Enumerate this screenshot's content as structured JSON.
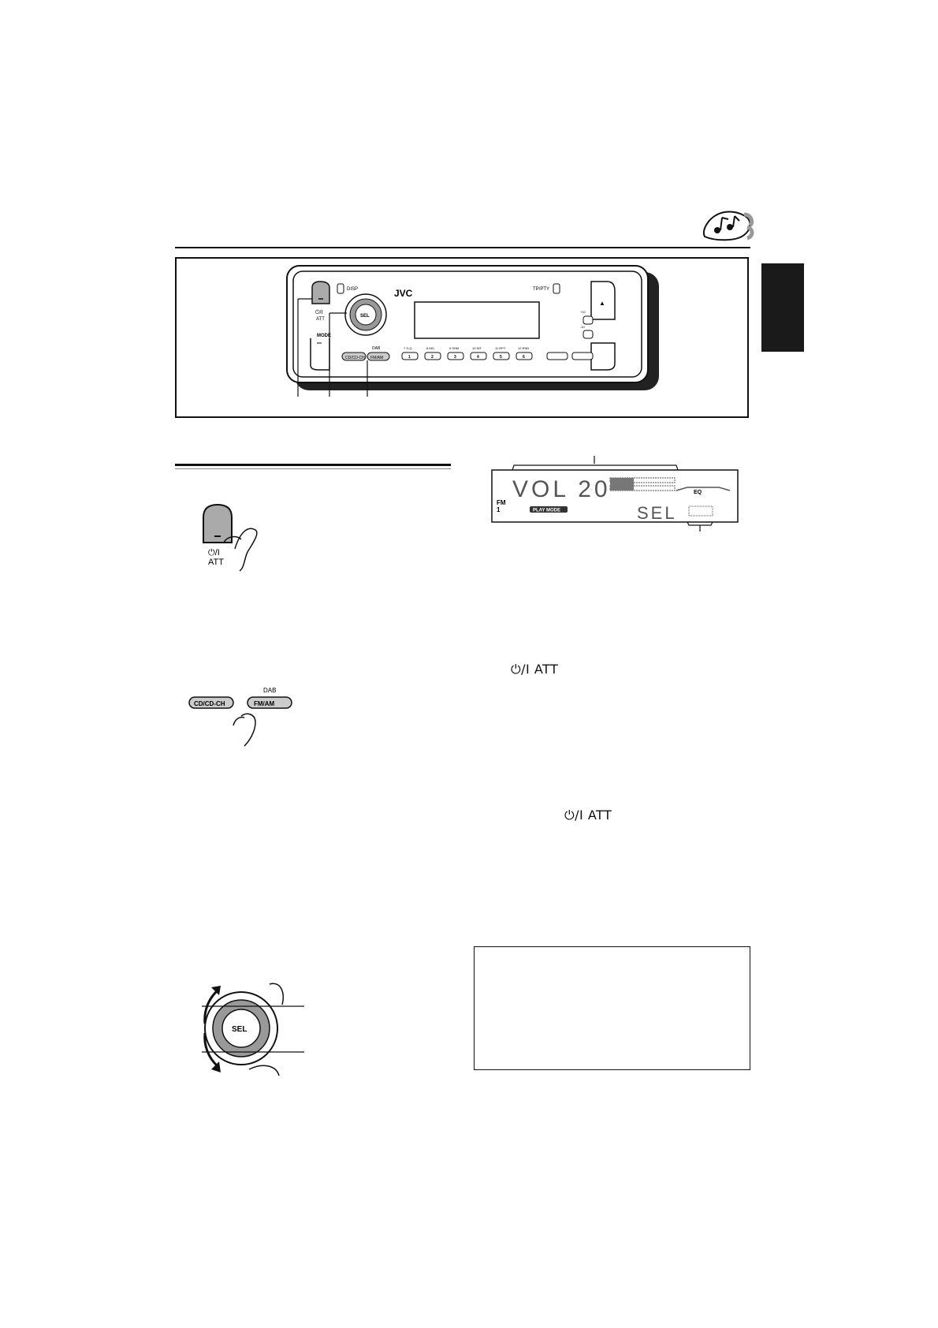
{
  "header": {
    "music_icon": "music-notes-icon"
  },
  "panel": {
    "brand": "JVC",
    "disp_label": "DISP",
    "tp_pty_label": "TP/PTY",
    "power_att_label": "⏻/I",
    "att_label": "ATT",
    "mode_label": "MODE",
    "sel_label": "SEL",
    "cd_label": "CD/CD-CH",
    "fm_am_label": "FM/AM",
    "dab_label": "DAB",
    "preset_labels": [
      "7 S-Q",
      "8 MO",
      "9 SSM",
      "10 INT",
      "11 RPT",
      "12 RND"
    ],
    "preset_numbers": [
      "1",
      "2",
      "3",
      "4",
      "5",
      "6"
    ],
    "up_label": "+10",
    "down_label": "-10"
  },
  "illustrations": {
    "power_button": {
      "power_label": "⏻/I",
      "att_label": "ATT"
    },
    "source_buttons": {
      "cd_label": "CD/CD-CH",
      "fm_am_label": "FM/AM",
      "dab_label": "DAB"
    },
    "control_dial": {
      "sel_label": "SEL"
    }
  },
  "display": {
    "volume_text": "VOL 20",
    "band": "FM",
    "preset": "1",
    "play_mode": "PLAY MODE",
    "eq_label": "EQ",
    "sel_text": "SEL"
  },
  "body_refs": {
    "ref1": "⏻/I ATT",
    "ref2": "⏻/I ATT"
  }
}
